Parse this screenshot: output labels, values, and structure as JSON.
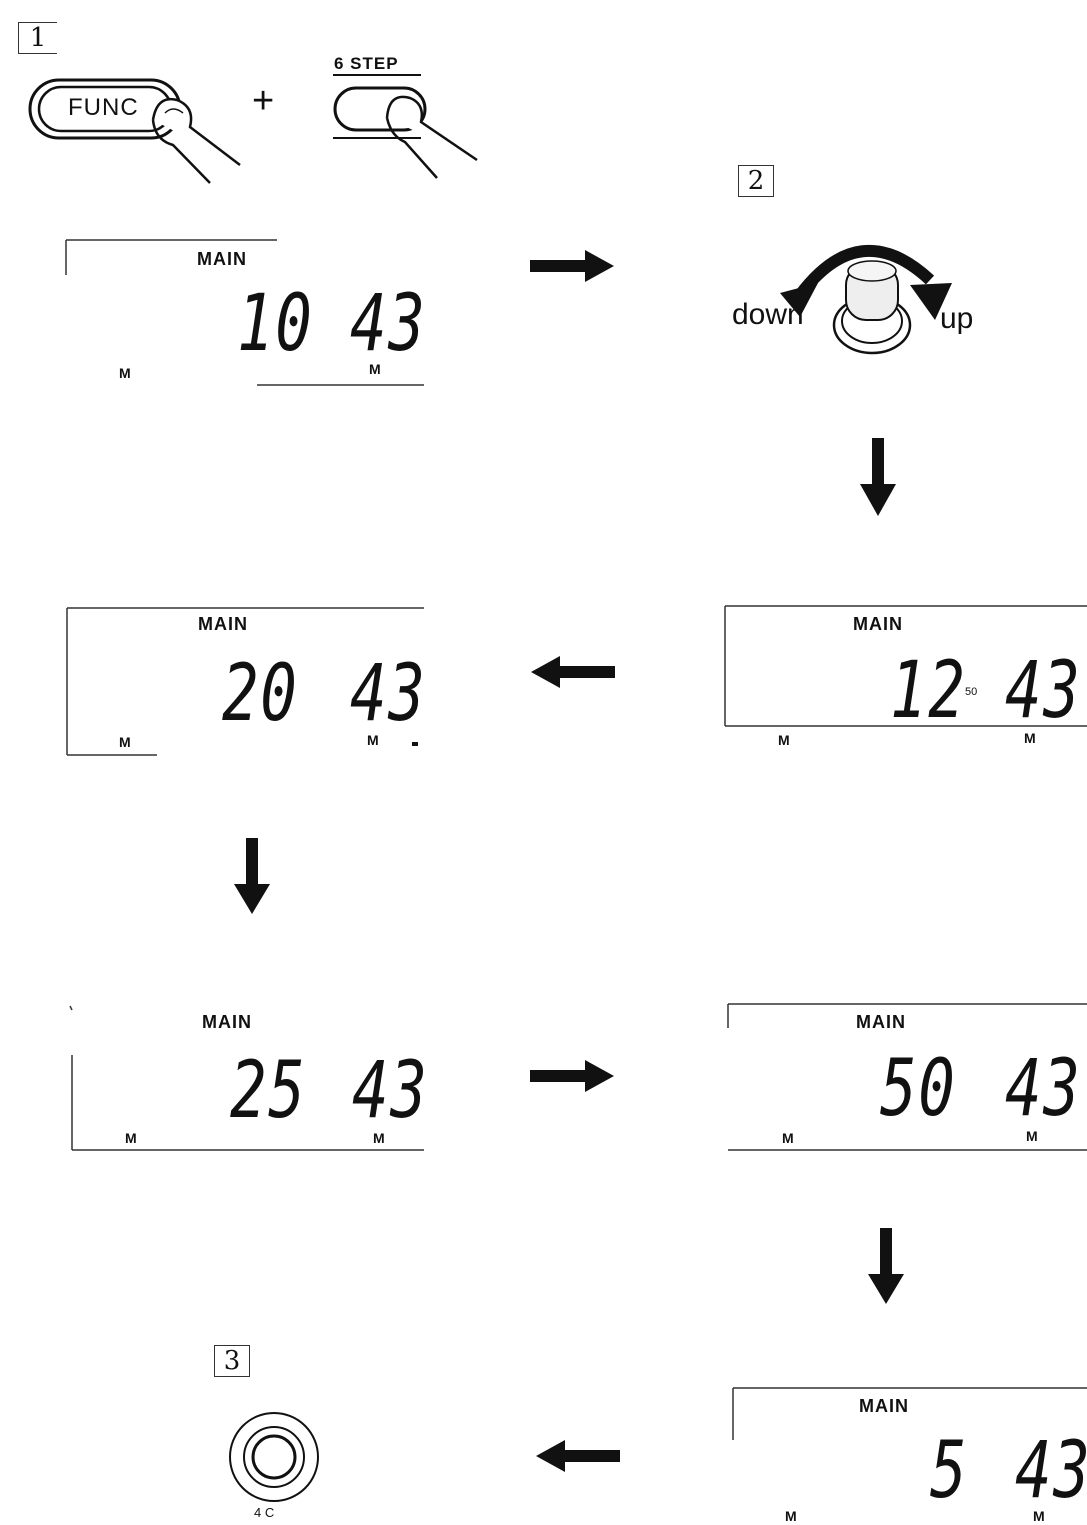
{
  "steps": {
    "step1": "1",
    "step2": "2",
    "step3": "3"
  },
  "buttons": {
    "func_label": "FUNC",
    "plus": "+",
    "step_button_caption": "6 STEP",
    "knob_down": "down",
    "knob_up": "up",
    "bottom_button_caption": "4 C"
  },
  "displays": [
    {
      "label": "MAIN",
      "left_m": "M",
      "digits": "10",
      "value": "43",
      "right_m": "M",
      "sub": ""
    },
    {
      "label": "MAIN",
      "left_m": "M",
      "digits": "12",
      "value": "43",
      "right_m": "M",
      "sub": "50"
    },
    {
      "label": "MAIN",
      "left_m": "M",
      "digits": "20",
      "value": "43",
      "right_m": "M",
      "sub": ""
    },
    {
      "label": "MAIN",
      "left_m": "M",
      "digits": "25",
      "value": "43",
      "right_m": "M",
      "sub": ""
    },
    {
      "label": "MAIN",
      "left_m": "M",
      "digits": "50",
      "value": "43",
      "right_m": "M",
      "sub": ""
    },
    {
      "label": "MAIN",
      "left_m": "M",
      "digits": "5",
      "value": "43",
      "right_m": "M",
      "sub": ""
    }
  ]
}
